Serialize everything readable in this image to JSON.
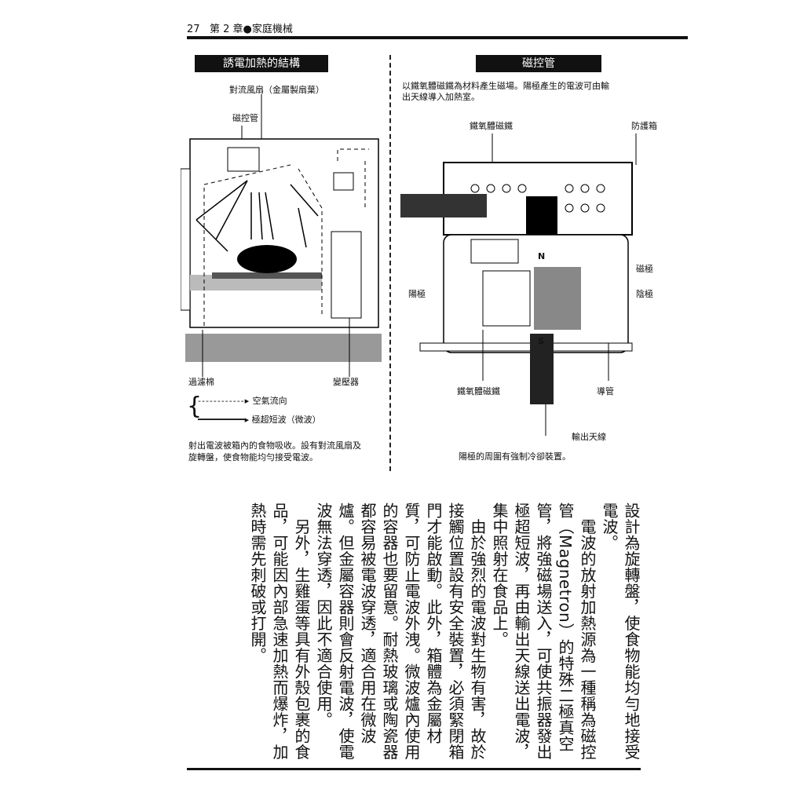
{
  "header": {
    "page_number": "27",
    "chapter": "第 2 章●家庭機械"
  },
  "left_figure": {
    "title": "誘電加熱的結構",
    "labels": {
      "fan": "對流風扇（金屬製扇葉）",
      "magnetron": "磁控管",
      "filter": "過濾棉",
      "transformer": "變壓器"
    },
    "legend": [
      {
        "label": "空氣流向"
      },
      {
        "label": "極超短波（微波）"
      }
    ],
    "caption": [
      "射出電波被箱內的食物吸收。設有對流風扇及",
      "旋轉盤，使食物能均勻接受電波。"
    ]
  },
  "right_figure": {
    "title": "磁控管",
    "intro": [
      "以鐵氧體磁鐵為材料產生磁場。陽極產生的電波可由輸",
      "出天線導入加熱室。"
    ],
    "labels": {
      "ferrite_top": "鐵氧體磁鐵",
      "shield_box": "防護箱",
      "magnetic_pole": "磁極",
      "cathode": "陰極",
      "anode": "陽極",
      "ferrite_bottom": "鐵氧體磁鐵",
      "conduit": "導管",
      "antenna": "輸出天線",
      "north": "N",
      "south": "S"
    },
    "caption": "陽極的周圍有強制冷卻裝置。"
  },
  "body_lines": [
    "設計為旋轉盤，使食物能均勻地接受",
    "電波。",
    "　電波的放射加熱源為一種稱為磁控",
    "管（Magnetron）的特殊二極真空",
    "管，將強磁場送入，可使共振器發出",
    "極超短波，再由輸出天線送出電波，",
    "集中照射在食品上。",
    "　由於強烈的電波對生物有害，故於",
    "接觸位置設有安全裝置，必須緊閉箱",
    "門才能啟動。此外，箱體為金屬材",
    "質，可防止電波外洩。微波爐內使用",
    "的容器也要留意。耐熱玻璃或陶瓷器",
    "都容易被電波穿透，適合用在微波",
    "爐。但金屬容器則會反射電波，使電",
    "波無法穿透，因此不適合使用。",
    "　另外，生雞蛋等具有外殼包裹的食",
    "品，可能因內部急速加熱而爆炸，加",
    "熱時需先刺破或打開。"
  ]
}
